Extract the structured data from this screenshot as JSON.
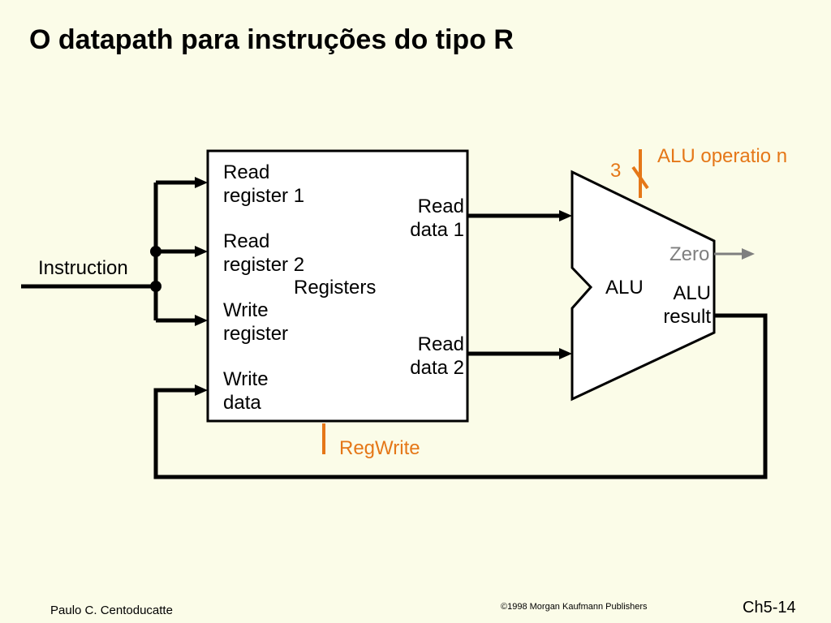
{
  "title": "O datapath para instruções do tipo R",
  "diagram": {
    "instruction_label": "Instruction",
    "registers": {
      "name": "Registers",
      "read_register_1": [
        "Read",
        "register 1"
      ],
      "read_register_2": [
        "Read",
        "register 2"
      ],
      "write_register": [
        "Write",
        "register"
      ],
      "write_data": [
        "Write",
        "data"
      ],
      "read_data_1": [
        "Read",
        "data 1"
      ],
      "read_data_2": [
        "Read",
        "data 2"
      ]
    },
    "alu": {
      "name": "ALU",
      "zero": "Zero",
      "result": [
        "ALU",
        "result"
      ],
      "operation_label": "ALU operatio n",
      "operation_bits": "3"
    },
    "control": {
      "regwrite": "RegWrite"
    },
    "colors": {
      "control": "#e57718",
      "wire": "#000000",
      "zero": "#7f7f7f"
    }
  },
  "footer": {
    "author": "Paulo C. Centoducatte",
    "copyright": "©1998 Morgan Kaufmann Publishers",
    "slide": "Ch5-14"
  }
}
